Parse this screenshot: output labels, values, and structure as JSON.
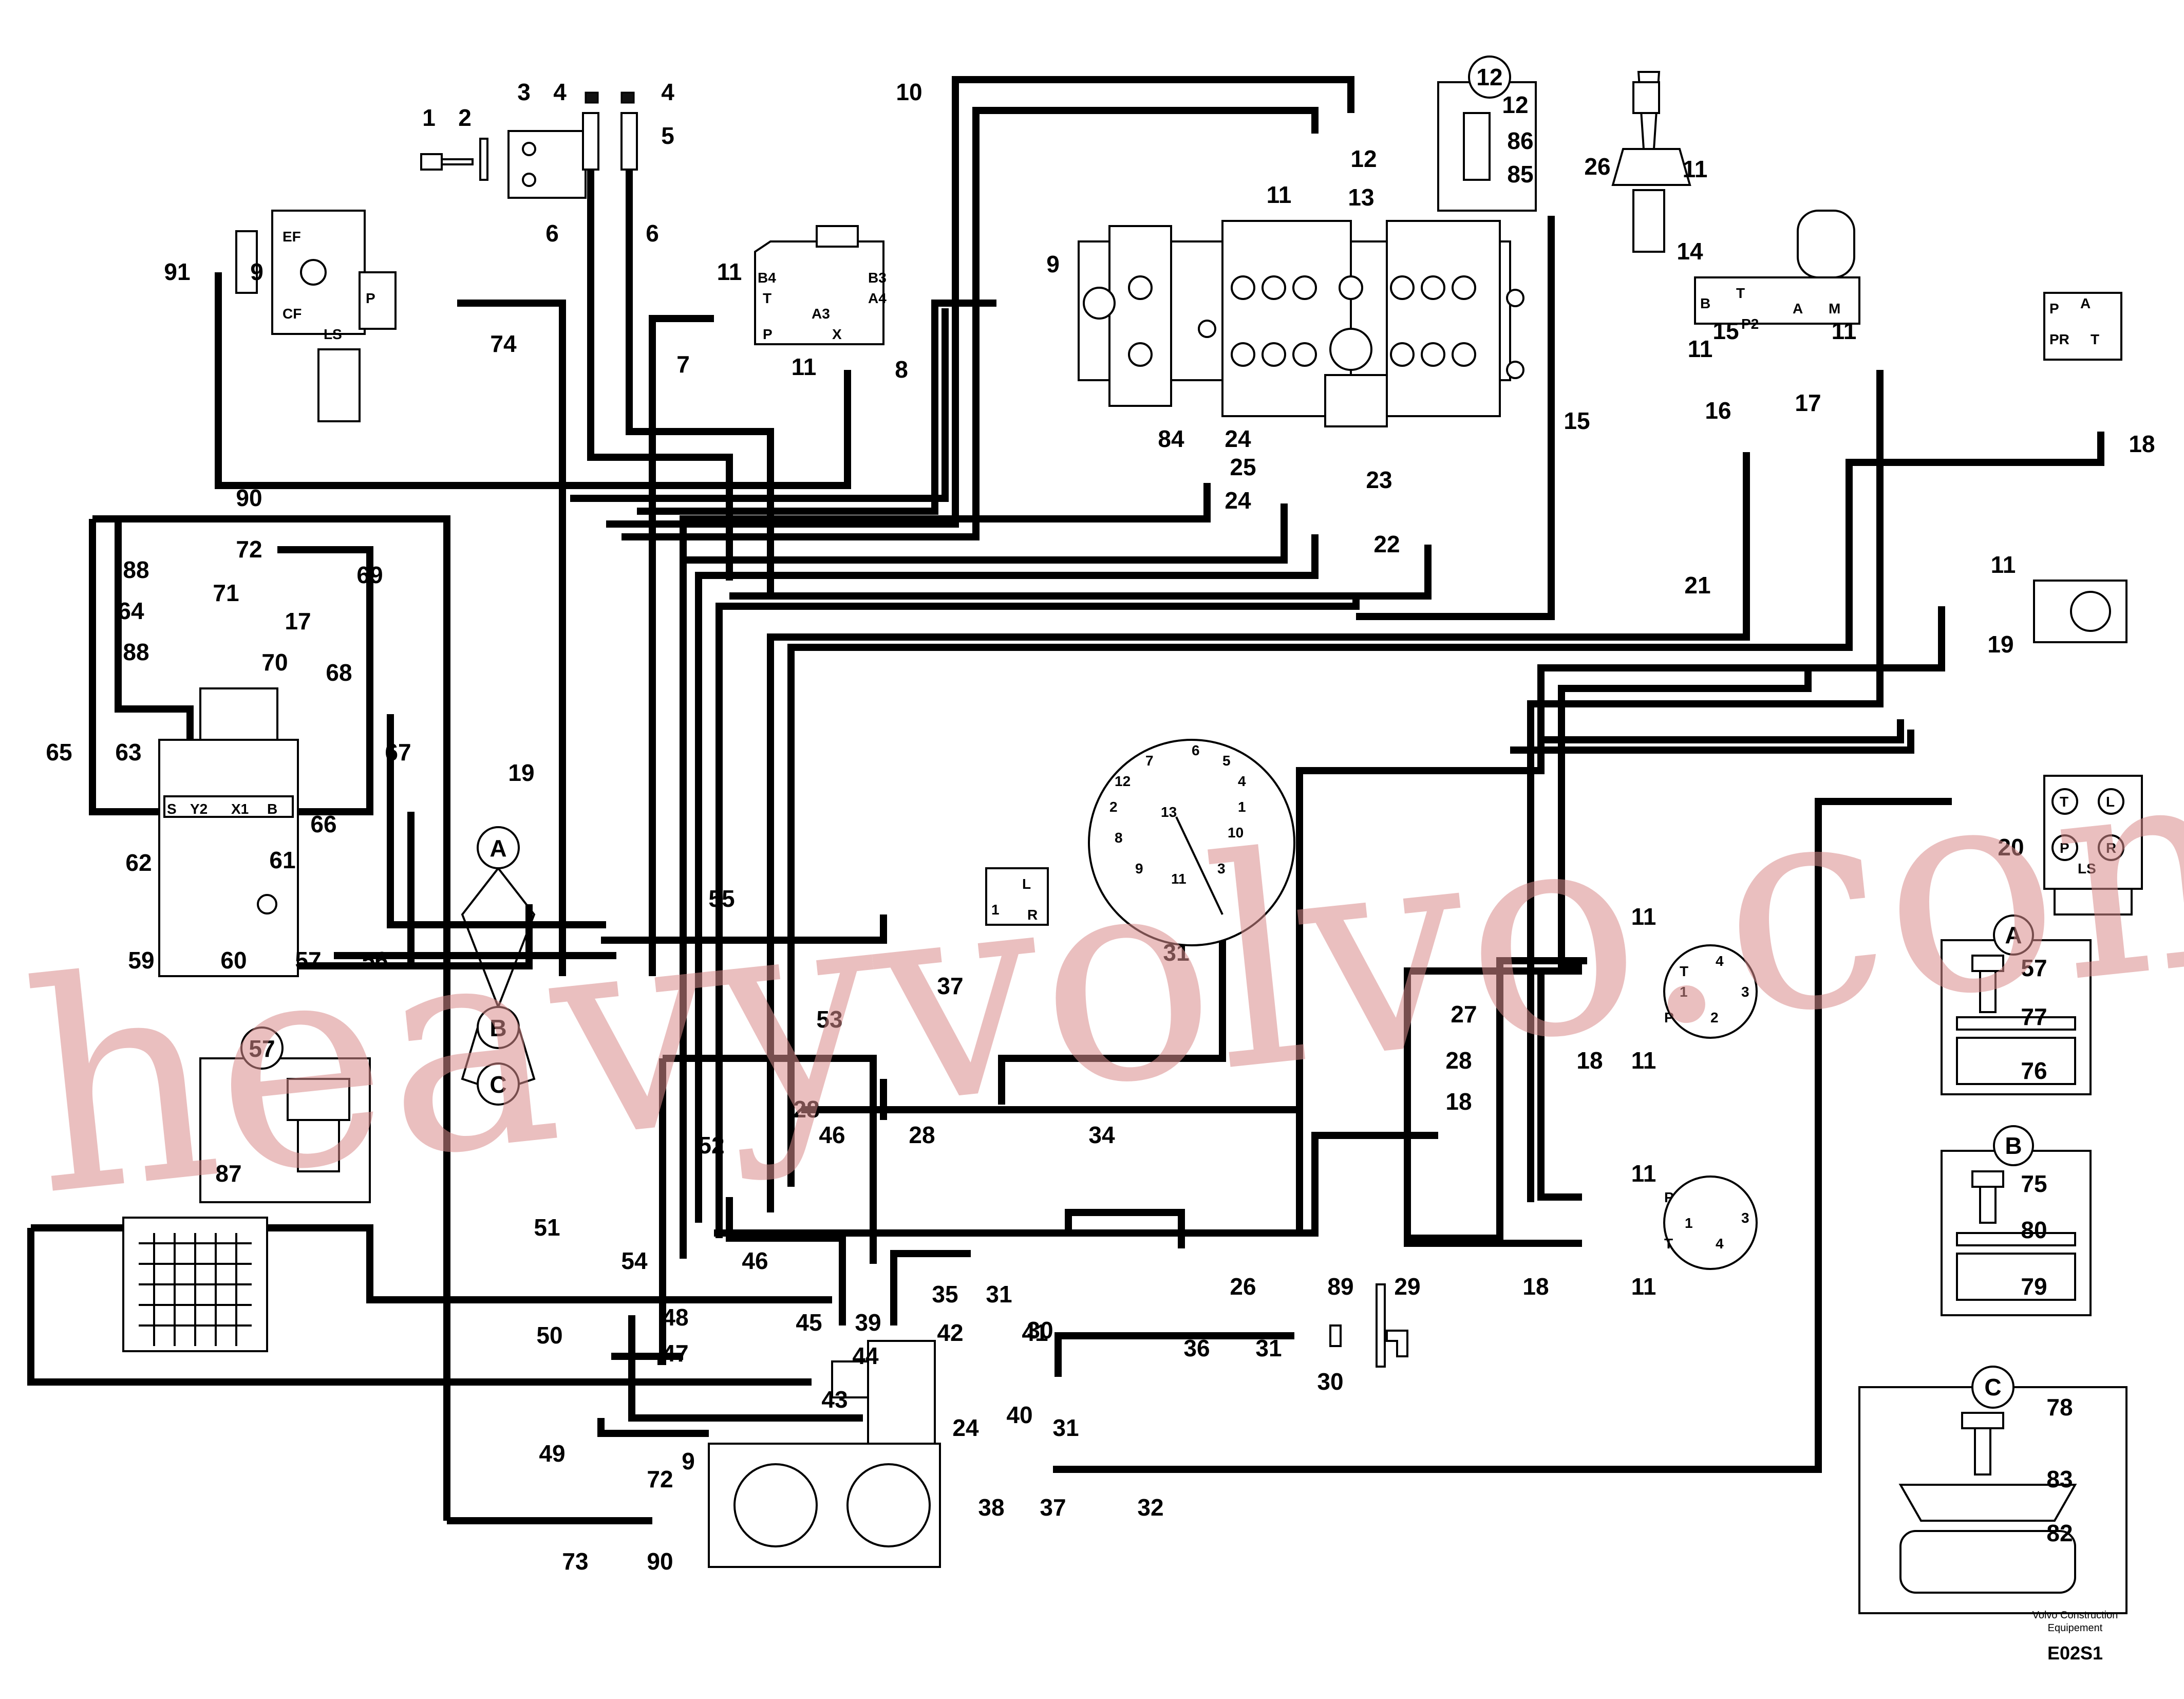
{
  "part_labels": [
    "1",
    "2",
    "3",
    "4",
    "4",
    "5",
    "6",
    "6",
    "9",
    "91",
    "74",
    "11",
    "7",
    "11",
    "8",
    "10",
    "9",
    "11",
    "12",
    "13",
    "12",
    "86",
    "85",
    "84",
    "24",
    "25",
    "24",
    "23",
    "22",
    "15",
    "26",
    "11",
    "14",
    "11",
    "15",
    "16",
    "17",
    "11",
    "18",
    "21",
    "11",
    "19",
    "90",
    "72",
    "88",
    "64",
    "88",
    "71",
    "17",
    "69",
    "70",
    "68",
    "65",
    "63",
    "67",
    "66",
    "62",
    "61",
    "59",
    "60",
    "57",
    "56",
    "19",
    "55",
    "37",
    "31",
    "53",
    "52",
    "51",
    "50",
    "54",
    "48",
    "47",
    "46",
    "28",
    "46",
    "28",
    "34",
    "35",
    "31",
    "42",
    "41",
    "30",
    "45",
    "39",
    "44",
    "43",
    "24",
    "40",
    "31",
    "9",
    "38",
    "37",
    "32",
    "36",
    "31",
    "30",
    "89",
    "29",
    "26",
    "18",
    "27",
    "28",
    "18",
    "18",
    "11",
    "11",
    "11",
    "11",
    "20",
    "49",
    "73",
    "90",
    "72",
    "87",
    "57",
    "77",
    "76",
    "75",
    "80",
    "79",
    "78",
    "83",
    "82",
    "81"
  ],
  "callouts": {
    "A": "A",
    "B": "B",
    "C": "C",
    "twelve": "12",
    "fifty_seven": "57"
  },
  "ports": {
    "pump_valve": [
      "EF",
      "CF",
      "P",
      "LS"
    ],
    "small_block": [
      "B4",
      "T",
      "P",
      "A3",
      "X",
      "B3",
      "A4"
    ],
    "priority_valve": [
      "S",
      "Y2",
      "X1",
      "B"
    ],
    "accumulator_block": [
      "B",
      "T",
      "P2",
      "A",
      "M"
    ],
    "pilot_block": [
      "P",
      "A",
      "PR",
      "T"
    ],
    "steering_unit": [
      "T",
      "L",
      "P",
      "LS",
      "R"
    ],
    "shuttle": [
      "L",
      "1",
      "R"
    ],
    "rotor_upper": [
      "T",
      "4",
      "1",
      "3",
      "P",
      "2"
    ],
    "rotor_lower": [
      "P",
      "1",
      "3",
      "T",
      "4"
    ],
    "dial": [
      "6",
      "7",
      "5",
      "4",
      "12",
      "1",
      "2",
      "13",
      "10",
      "8",
      "3",
      "9",
      "11"
    ]
  },
  "footer": {
    "company_line1": "Volvo Construction",
    "company_line2": "Equipement",
    "code": "E02S1"
  },
  "watermark": "heavyvolvo.com"
}
